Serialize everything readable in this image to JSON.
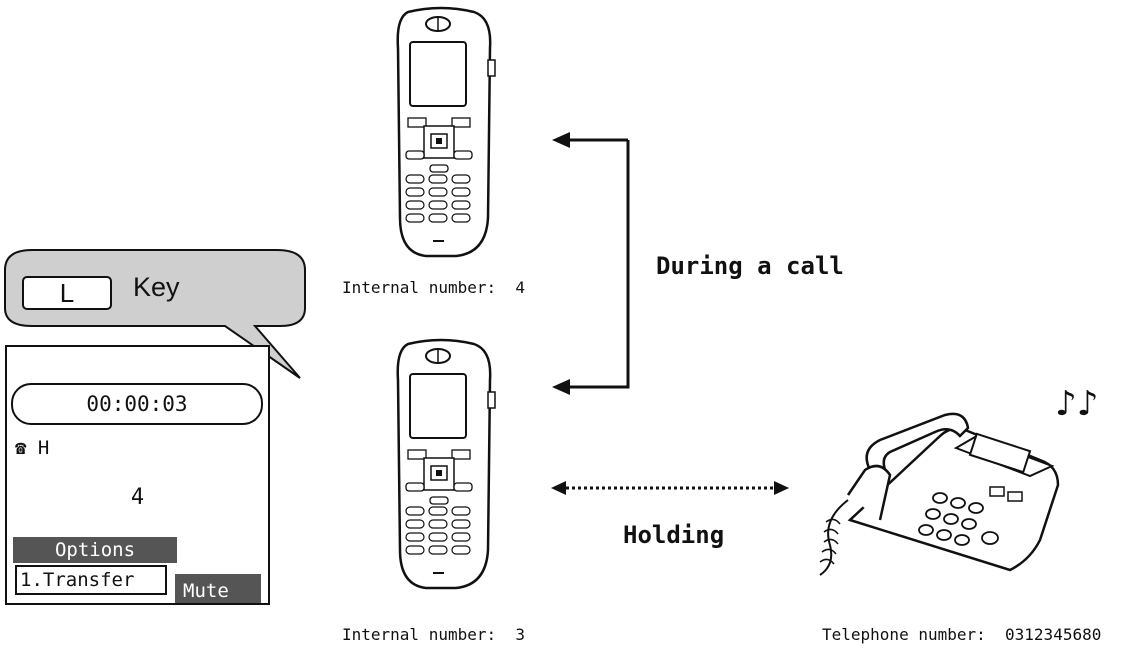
{
  "instruction": {
    "key_label": "L",
    "key_word": "Key"
  },
  "display": {
    "timer": "00:00:03",
    "hold_indicator": "H",
    "internal_number": "4",
    "options_title": "Options",
    "menu_item": "1.Transfer",
    "right_softkey": "Mute"
  },
  "handsets": [
    {
      "label": "Internal number:  4"
    },
    {
      "label": "Internal number:  3"
    }
  ],
  "telephone": {
    "label": "Telephone number:  0312345680"
  },
  "connections": {
    "during_call": "During a call",
    "holding": "Holding"
  },
  "decor": {
    "music_notes": "♪♪"
  },
  "colors": {
    "lines": "#111111",
    "softkey_fill": "#555555",
    "bubble_fill": "#cfcfcf"
  }
}
